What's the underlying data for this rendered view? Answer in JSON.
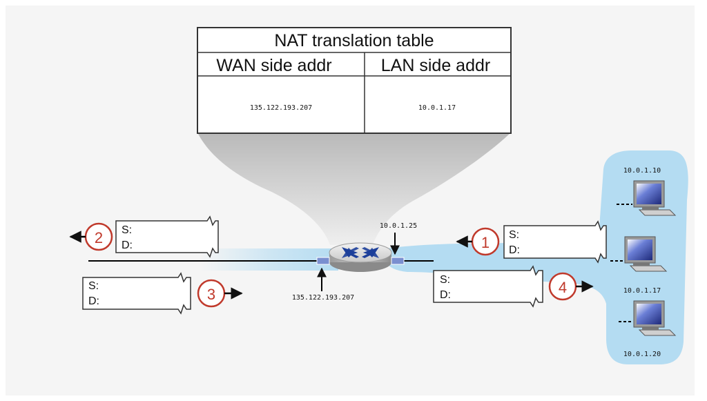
{
  "nat_table": {
    "title": "NAT translation table",
    "headers": [
      "WAN side addr",
      "LAN side addr"
    ],
    "rows": [
      [
        "135.122.193.207",
        "10.0.1.17"
      ]
    ]
  },
  "router": {
    "lan_ip": "10.0.1.25",
    "wan_ip": "135.122.193.207"
  },
  "hosts": [
    {
      "ip": "10.0.1.10"
    },
    {
      "ip": "10.0.1.17"
    },
    {
      "ip": "10.0.1.20"
    }
  ],
  "packets": [
    {
      "step": "1",
      "src_label": "S:",
      "dst_label": "D:"
    },
    {
      "step": "2",
      "src_label": "S:",
      "dst_label": "D:"
    },
    {
      "step": "3",
      "src_label": "S:",
      "dst_label": "D:"
    },
    {
      "step": "4",
      "src_label": "S:",
      "dst_label": "D:"
    }
  ],
  "colors": {
    "lan_cloud": "#b4dcf2",
    "step_circle": "#c0392b",
    "router_arrows": "#1d3f9a",
    "port": "#7a8fd0"
  }
}
